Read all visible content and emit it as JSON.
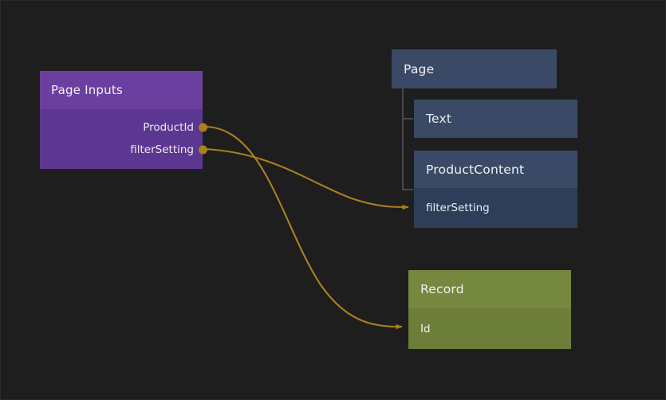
{
  "canvas": {
    "background": "#1e1e1e",
    "edge_color": "#a9801f"
  },
  "nodes": [
    {
      "id": "page-inputs",
      "title": "Page Inputs",
      "kind": "inputs",
      "color": "#6b3fa0",
      "body_color": "#5c3791",
      "ports_out": [
        {
          "label": "ProductId"
        },
        {
          "label": "filterSetting"
        }
      ]
    },
    {
      "id": "page",
      "title": "Page",
      "kind": "container",
      "color": "#3a4a66",
      "ports_out": [],
      "children": [
        "text",
        "productcontent"
      ]
    },
    {
      "id": "text",
      "title": "Text",
      "kind": "component",
      "color": "#3a4a66",
      "ports_in": []
    },
    {
      "id": "productcontent",
      "title": "ProductContent",
      "kind": "component",
      "color": "#3a4a66",
      "body_color": "#2e3e59",
      "ports_in": [
        {
          "label": "filterSetting"
        }
      ]
    },
    {
      "id": "record",
      "title": "Record",
      "kind": "data",
      "color": "#76873f",
      "body_color": "#6d7d3a",
      "ports_in": [
        {
          "label": "Id"
        }
      ]
    }
  ],
  "edges": [
    {
      "from": "page-inputs.ProductId",
      "to": "record.Id"
    },
    {
      "from": "page-inputs.filterSetting",
      "to": "productcontent.filterSetting"
    }
  ]
}
